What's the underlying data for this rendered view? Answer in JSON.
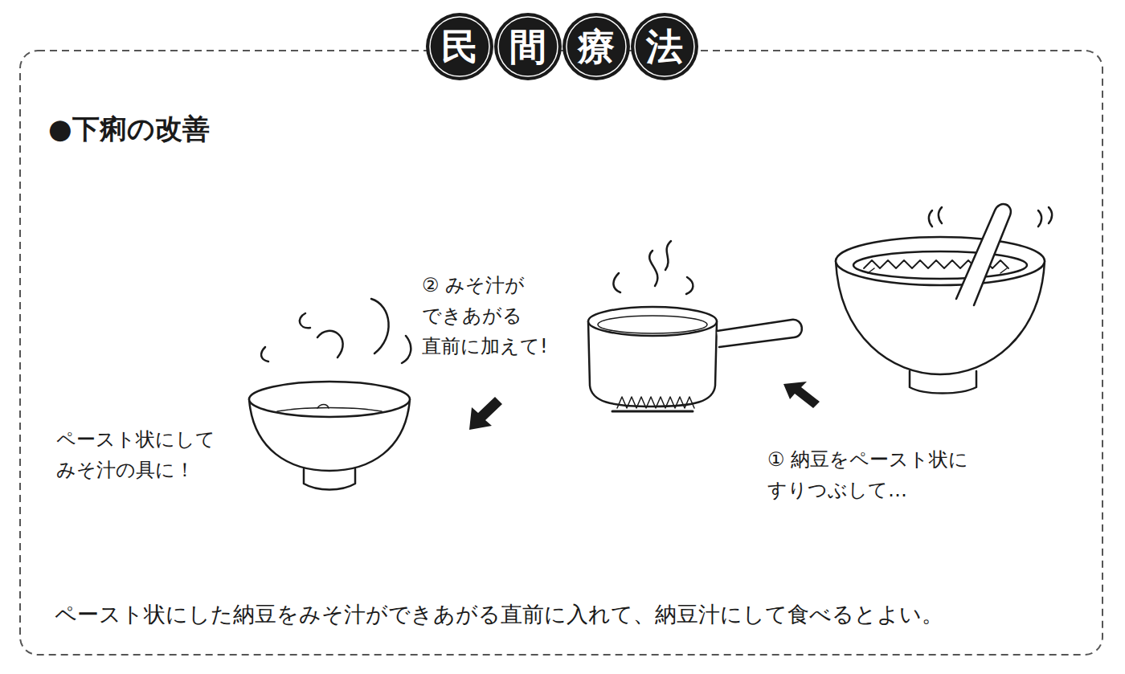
{
  "diagram": {
    "title": "民間療法",
    "caption": "ペースト状にした納豆をみそ汁ができあがる直前に入れて、納豆汁にして食べるとよい。",
    "labels": [
      "●下痢の改善",
      "② みそ汁が できあがる 直前に加えて!",
      "ペースト状にして みそ汁の具に！",
      "① 納豆をペースト状に すりつぶして…"
    ]
  }
}
